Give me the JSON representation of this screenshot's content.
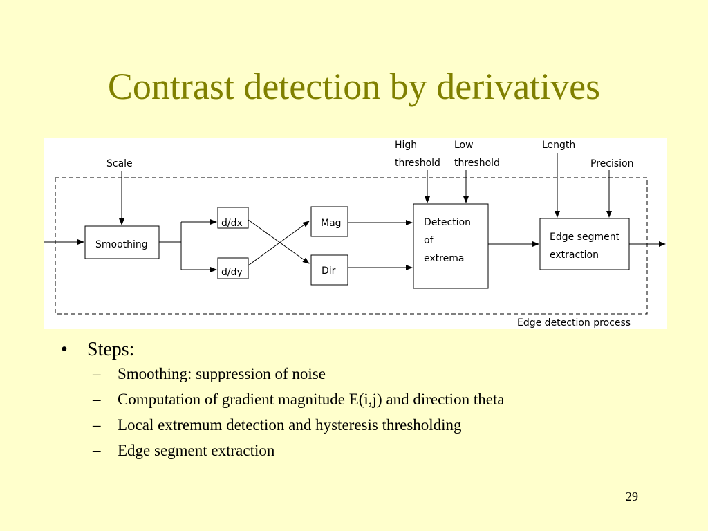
{
  "slide": {
    "title": "Contrast detection by derivatives",
    "page_number": "29"
  },
  "diagram": {
    "inputs": {
      "scale": "Scale",
      "high_threshold": [
        "High",
        "threshold"
      ],
      "low_threshold": [
        "Low",
        "threshold"
      ],
      "length": "Length",
      "precision": "Precision"
    },
    "blocks": {
      "smoothing": "Smoothing",
      "ddx": "d/dx",
      "ddy": "d/dy",
      "mag": "Mag",
      "dir": "Dir",
      "detection": [
        "Detection",
        "of",
        "extrema"
      ],
      "edge_segment": [
        "Edge segment",
        "extraction"
      ]
    },
    "process_label": "Edge detection process"
  },
  "steps": {
    "heading": "Steps:",
    "bullet_symbol": "•",
    "dash_symbol": "–",
    "items": [
      "Smoothing: suppression of noise",
      "Computation of gradient magnitude E(i,j) and direction theta",
      "Local extremum detection and hysteresis thresholding",
      "Edge segment extraction"
    ]
  }
}
